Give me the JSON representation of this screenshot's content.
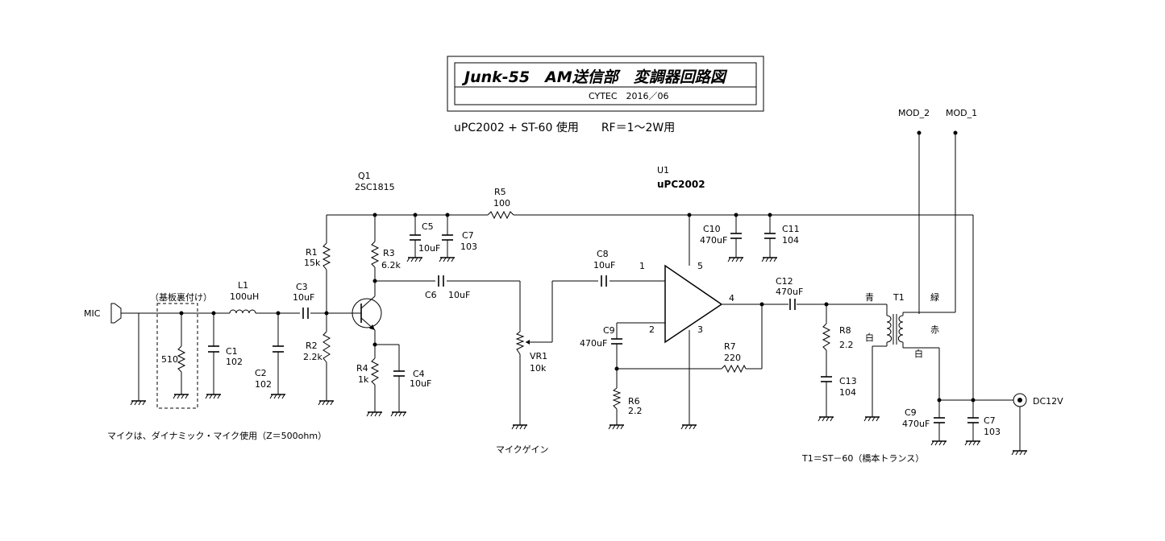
{
  "title_box": {
    "main": "Junk-55　AM送信部　変調器回路図",
    "sub": "CYTEC　2016／06"
  },
  "subtitle": "uPC2002 + ST-60 使用　　RF＝1～2W用",
  "notes": {
    "mic": "マイクは、ダイナミック・マイク使用（Z＝500ohm）",
    "gain": "マイクゲイン",
    "transformer": "T1＝ST－60（橋本トランス）",
    "board": "（基板裏付け）"
  },
  "labels": {
    "mic": "MIC",
    "q1_ref": "Q1",
    "q1_val": "2SC1815",
    "u1_ref": "U1",
    "u1_val": "uPC2002",
    "l1_ref": "L1",
    "l1_val": "100uH",
    "r_510": "510",
    "c1_ref": "C1",
    "c1_val": "102",
    "c2_ref": "C2",
    "c2_val": "102",
    "c3_ref": "C3",
    "c3_val": "10uF",
    "r1_ref": "R1",
    "r1_val": "15k",
    "r2_ref": "R2",
    "r2_val": "2.2k",
    "r3_ref": "R3",
    "r3_val": "6.2k",
    "r4_ref": "R4",
    "r4_val": "1k",
    "c4_ref": "C4",
    "c4_val": "10uF",
    "c5_ref": "C5",
    "c5_val": "10uF",
    "c7a_ref": "C7",
    "c7a_val": "103",
    "r5_ref": "R5",
    "r5_val": "100",
    "c6_ref": "C6",
    "c6_val": "10uF",
    "vr1_ref": "VR1",
    "vr1_val": "10k",
    "c8_ref": "C8",
    "c8_val": "10uF",
    "c9a_ref": "C9",
    "c9a_val": "470uF",
    "r6_ref": "R6",
    "r6_val": "2.2",
    "r7_ref": "R7",
    "r7_val": "220",
    "c10_ref": "C10",
    "c10_val": "470uF",
    "c11_ref": "C11",
    "c11_val": "104",
    "c12_ref": "C12",
    "c12_val": "470uF",
    "r8_ref": "R8",
    "r8_val": "2.2",
    "c13_ref": "C13",
    "c13_val": "104",
    "t1_ref": "T1",
    "c9b_ref": "C9",
    "c9b_val": "470uF",
    "c7b_ref": "C7",
    "c7b_val": "103",
    "pin1": "1",
    "pin2": "2",
    "pin3": "3",
    "pin4": "4",
    "pin5": "5",
    "blue": "青",
    "green": "緑",
    "white1": "白",
    "red": "赤",
    "white2": "白",
    "mod2": "MOD_2",
    "mod1": "MOD_1",
    "dc": "DC12V"
  }
}
